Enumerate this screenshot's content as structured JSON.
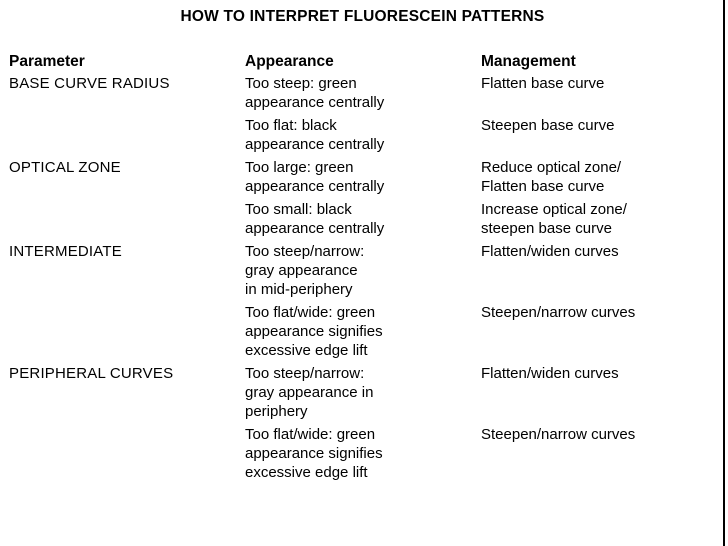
{
  "title": "HOW TO INTERPRET FLUORESCEIN PATTERNS",
  "headers": {
    "parameter": "Parameter",
    "appearance": "Appearance",
    "management": "Management"
  },
  "rows": [
    {
      "parameter": "BASE CURVE RADIUS",
      "appearance": "Too steep: green\nappearance centrally",
      "management": "Flatten base curve"
    },
    {
      "parameter": "",
      "appearance": "Too flat: black\nappearance centrally",
      "management": "Steepen base curve"
    },
    {
      "parameter": "OPTICAL ZONE",
      "appearance": "Too large: green\nappearance centrally",
      "management": "Reduce optical zone/\nFlatten base curve"
    },
    {
      "parameter": "",
      "appearance": "Too small: black\nappearance centrally",
      "management": "Increase optical zone/\nsteepen base curve"
    },
    {
      "parameter": "INTERMEDIATE",
      "appearance": "Too steep/narrow:\ngray appearance\nin mid-periphery",
      "management": "Flatten/widen curves"
    },
    {
      "parameter": "",
      "appearance": "Too flat/wide: green\nappearance signifies\nexcessive edge lift",
      "management": "Steepen/narrow curves"
    },
    {
      "parameter": "PERIPHERAL CURVES",
      "appearance": "Too steep/narrow:\ngray appearance in\nperiphery",
      "management": "Flatten/widen curves"
    },
    {
      "parameter": "",
      "appearance": "Too flat/wide: green\nappearance signifies\nexcessive edge lift",
      "management": "Steepen/narrow curves"
    }
  ]
}
